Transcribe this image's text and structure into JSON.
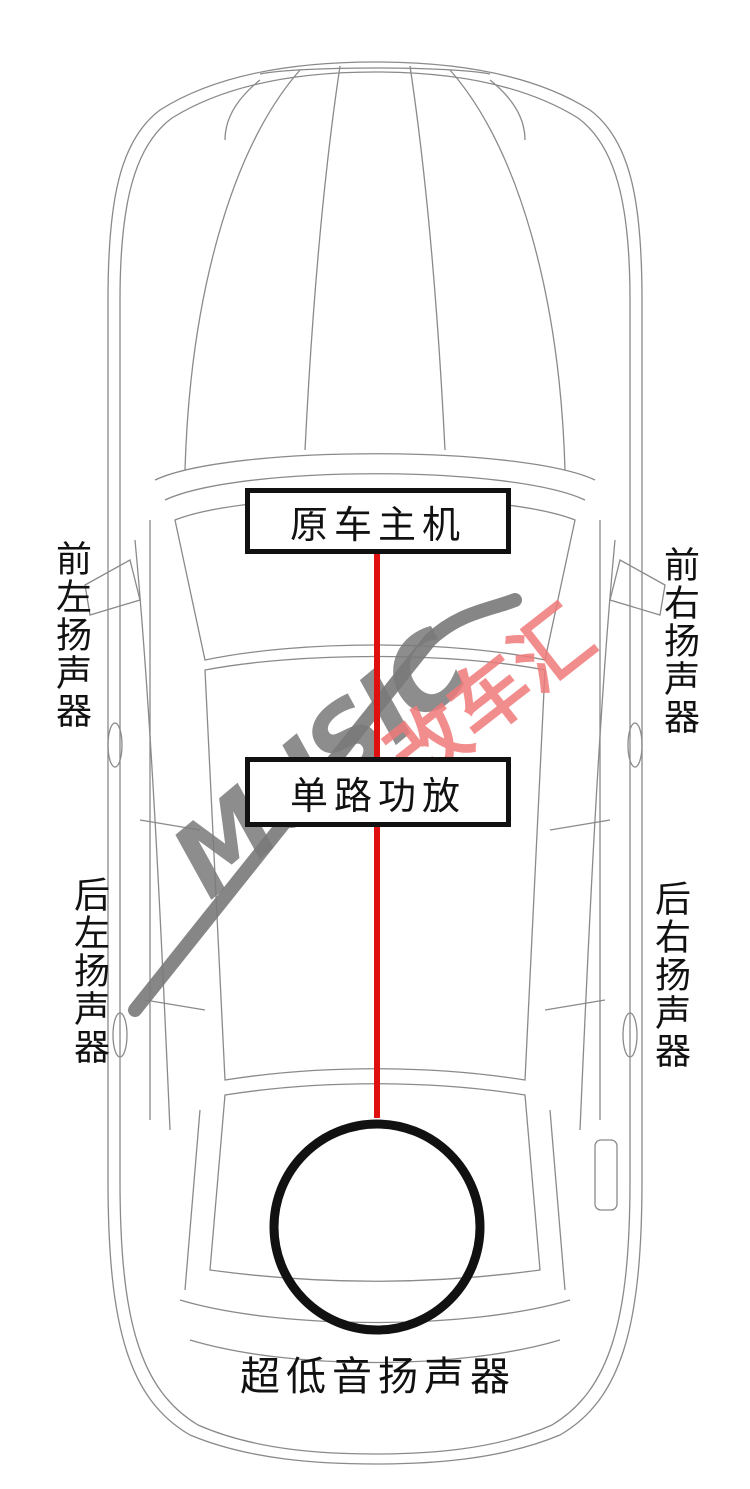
{
  "diagram": {
    "head_unit": "原车主机",
    "amplifier": "单路功放",
    "subwoofer": "超低音扬声器",
    "front_left": "前左扬声器",
    "front_right": "前右扬声器",
    "rear_left": "后左扬声器",
    "rear_right": "后右扬声器"
  },
  "watermark": {
    "text_latin": "MUSIC",
    "text_cjk": "改车汇"
  },
  "colors": {
    "wire": "#e01010",
    "outline": "#111111",
    "car_line": "#8a8a8a",
    "watermark_gray": "#7a7a7a",
    "watermark_red": "#f07a7a"
  }
}
